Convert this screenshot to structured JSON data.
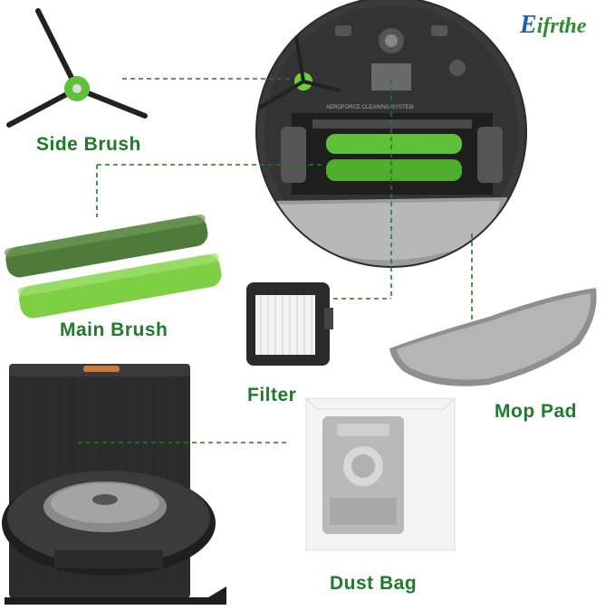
{
  "brand": {
    "first_letter": "E",
    "rest": "ifrthe"
  },
  "labels": {
    "side_brush": "Side Brush",
    "main_brush": "Main Brush",
    "filter": "Filter",
    "mop_pad": "Mop Pad",
    "dust_bag": "Dust Bag"
  },
  "colors": {
    "label_green": "#1f7a2a",
    "brush_green": "#5fc13a",
    "dark_green": "#3f6b2f"
  }
}
